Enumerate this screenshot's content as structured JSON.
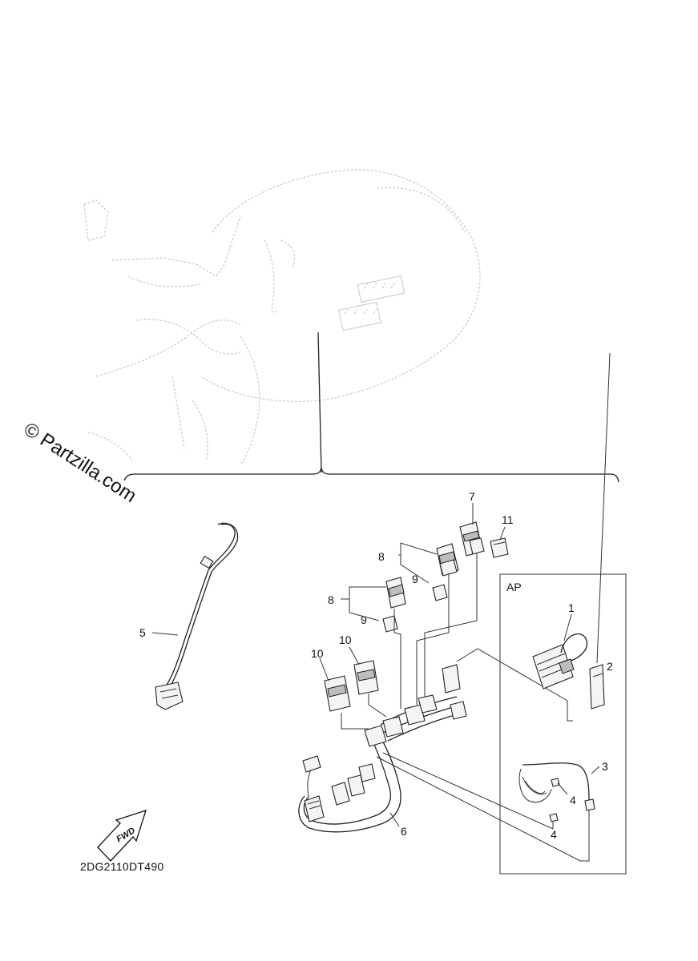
{
  "watermark": "© Partzilla.com",
  "section_label": "AP",
  "diagram_code": "2DG2110DT490",
  "direction_label": "FWD",
  "callouts": {
    "c1": "1",
    "c2": "2",
    "c3": "3",
    "c4a": "4",
    "c4b": "4",
    "c5": "5",
    "c6": "6",
    "c7": "7",
    "c8a": "8",
    "c8b": "8",
    "c9a": "9",
    "c9b": "9",
    "c10a": "10",
    "c10b": "10",
    "c11": "11"
  }
}
